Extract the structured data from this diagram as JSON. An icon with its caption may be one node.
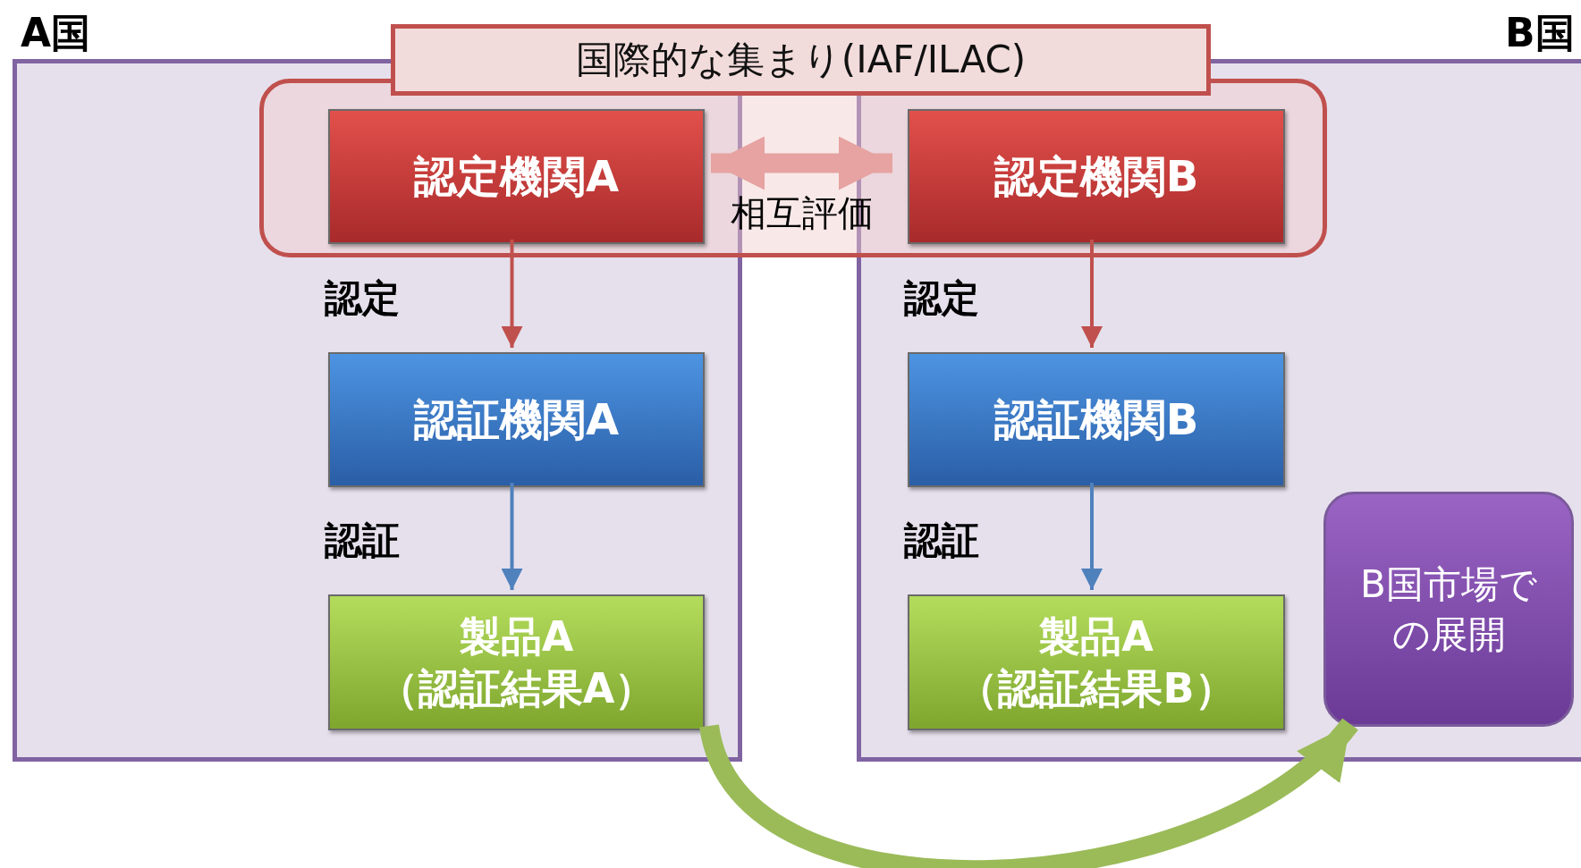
{
  "diagram": {
    "nodes": [
      {
        "text": [
          "A国"
        ]
      },
      {
        "text": [
          "B国"
        ]
      },
      {
        "text": [
          "国際的な集まり(IAF/ILAC)"
        ]
      },
      {
        "text": [
          "認定機関A"
        ],
        "in": 0
      },
      {
        "text": [
          "認定機関B"
        ],
        "in": 1
      },
      {
        "text": [
          "認証機関A"
        ],
        "in": 0
      },
      {
        "text": [
          "製品A（認証結果A）"
        ],
        "in": 0
      },
      {
        "text": [
          "認証機関B"
        ],
        "in": 1
      },
      {
        "text": [
          "製品A（認証結果B）"
        ],
        "in": 1
      },
      {
        "text": [
          "B国市場での展開"
        ],
        "in": 1
      }
    ],
    "edges": [
      {
        "from": 3,
        "to": 4,
        "arrow": "both",
        "label": "相互評価",
        "style": "thick",
        "color": "#e6a3a2"
      },
      {
        "from": 3,
        "to": 5,
        "arrow": "to",
        "label": "認定",
        "color": "#c0504d"
      },
      {
        "from": 5,
        "to": 6,
        "arrow": "to",
        "label": "認証",
        "color": "#4f81bd"
      },
      {
        "from": 4,
        "to": 7,
        "arrow": "to",
        "label": "認定",
        "color": "#c0504d"
      },
      {
        "from": 7,
        "to": 8,
        "arrow": "to",
        "label": "認証",
        "color": "#4f81bd"
      },
      {
        "from": 6,
        "to": 9,
        "arrow": "to",
        "style": "thick",
        "color": "#9bbb59"
      }
    ]
  }
}
